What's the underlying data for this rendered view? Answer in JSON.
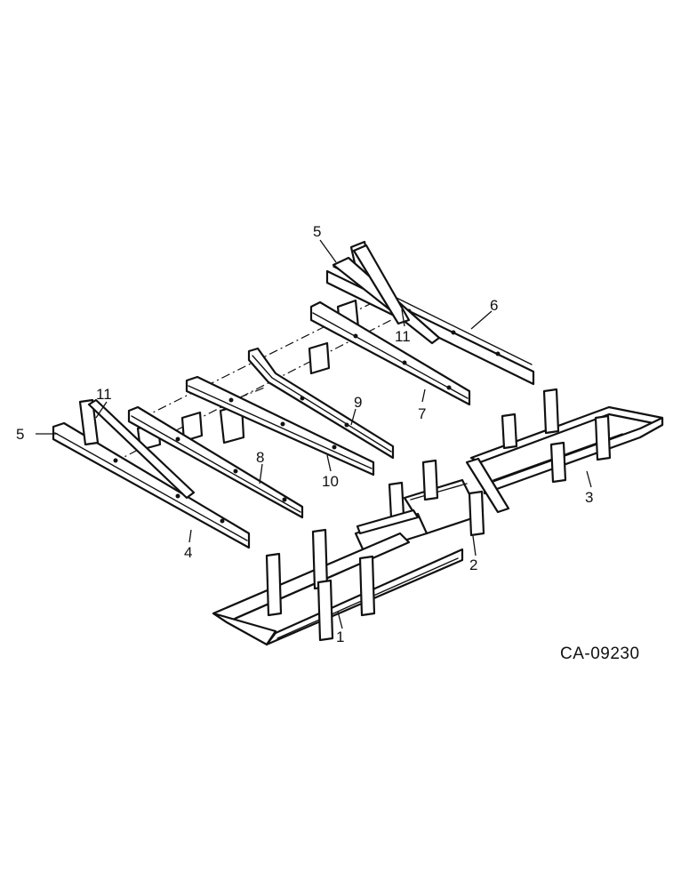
{
  "figure_code": "CA-09230",
  "callouts": {
    "c1": "1",
    "c2": "2",
    "c3": "3",
    "c4": "4",
    "c5a": "5",
    "c5b": "5",
    "c6": "6",
    "c7": "7",
    "c8": "8",
    "c9": "9",
    "c10": "10",
    "c11a": "11",
    "c11b": "11"
  },
  "colors": {
    "ink": "#111111",
    "paper": "#ffffff"
  }
}
